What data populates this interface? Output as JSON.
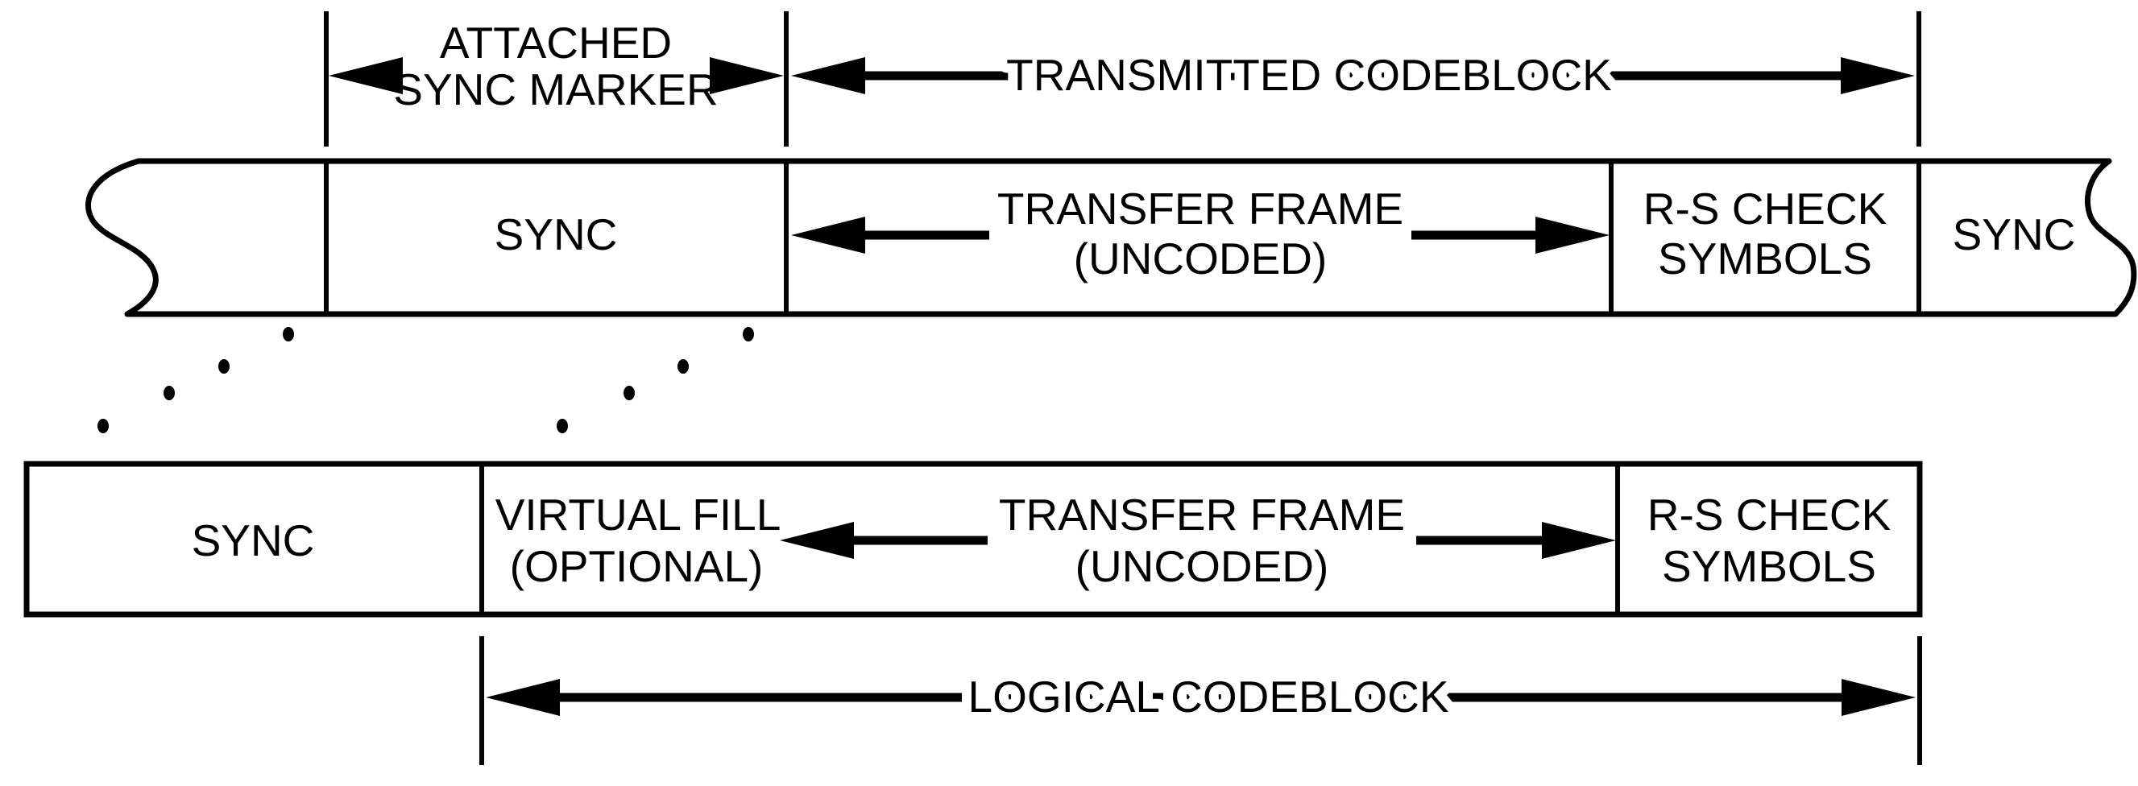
{
  "colors": {
    "ink": "#000000",
    "background": "#ffffff"
  },
  "dimensions": {
    "attached_sync_marker_line1": "ATTACHED",
    "attached_sync_marker_line2": "SYNC MARKER",
    "transmitted_codeblock": "TRANSMITTED CODEBLOCK",
    "logical_codeblock": "LOGICAL CODEBLOCK"
  },
  "transmitted_row": {
    "sync_left": "SYNC",
    "transfer_frame_line1": "TRANSFER FRAME",
    "transfer_frame_line2": "(UNCODED)",
    "rs_check_line1": "R-S CHECK",
    "rs_check_line2": "SYMBOLS",
    "sync_right": "SYNC"
  },
  "logical_row": {
    "sync": "SYNC",
    "virtual_fill_line1": "VIRTUAL FILL",
    "virtual_fill_line2": "(OPTIONAL)",
    "transfer_frame_line1": "TRANSFER FRAME",
    "transfer_frame_line2": "(UNCODED)",
    "rs_check_line1": "R-S CHECK",
    "rs_check_line2": "SYMBOLS"
  }
}
